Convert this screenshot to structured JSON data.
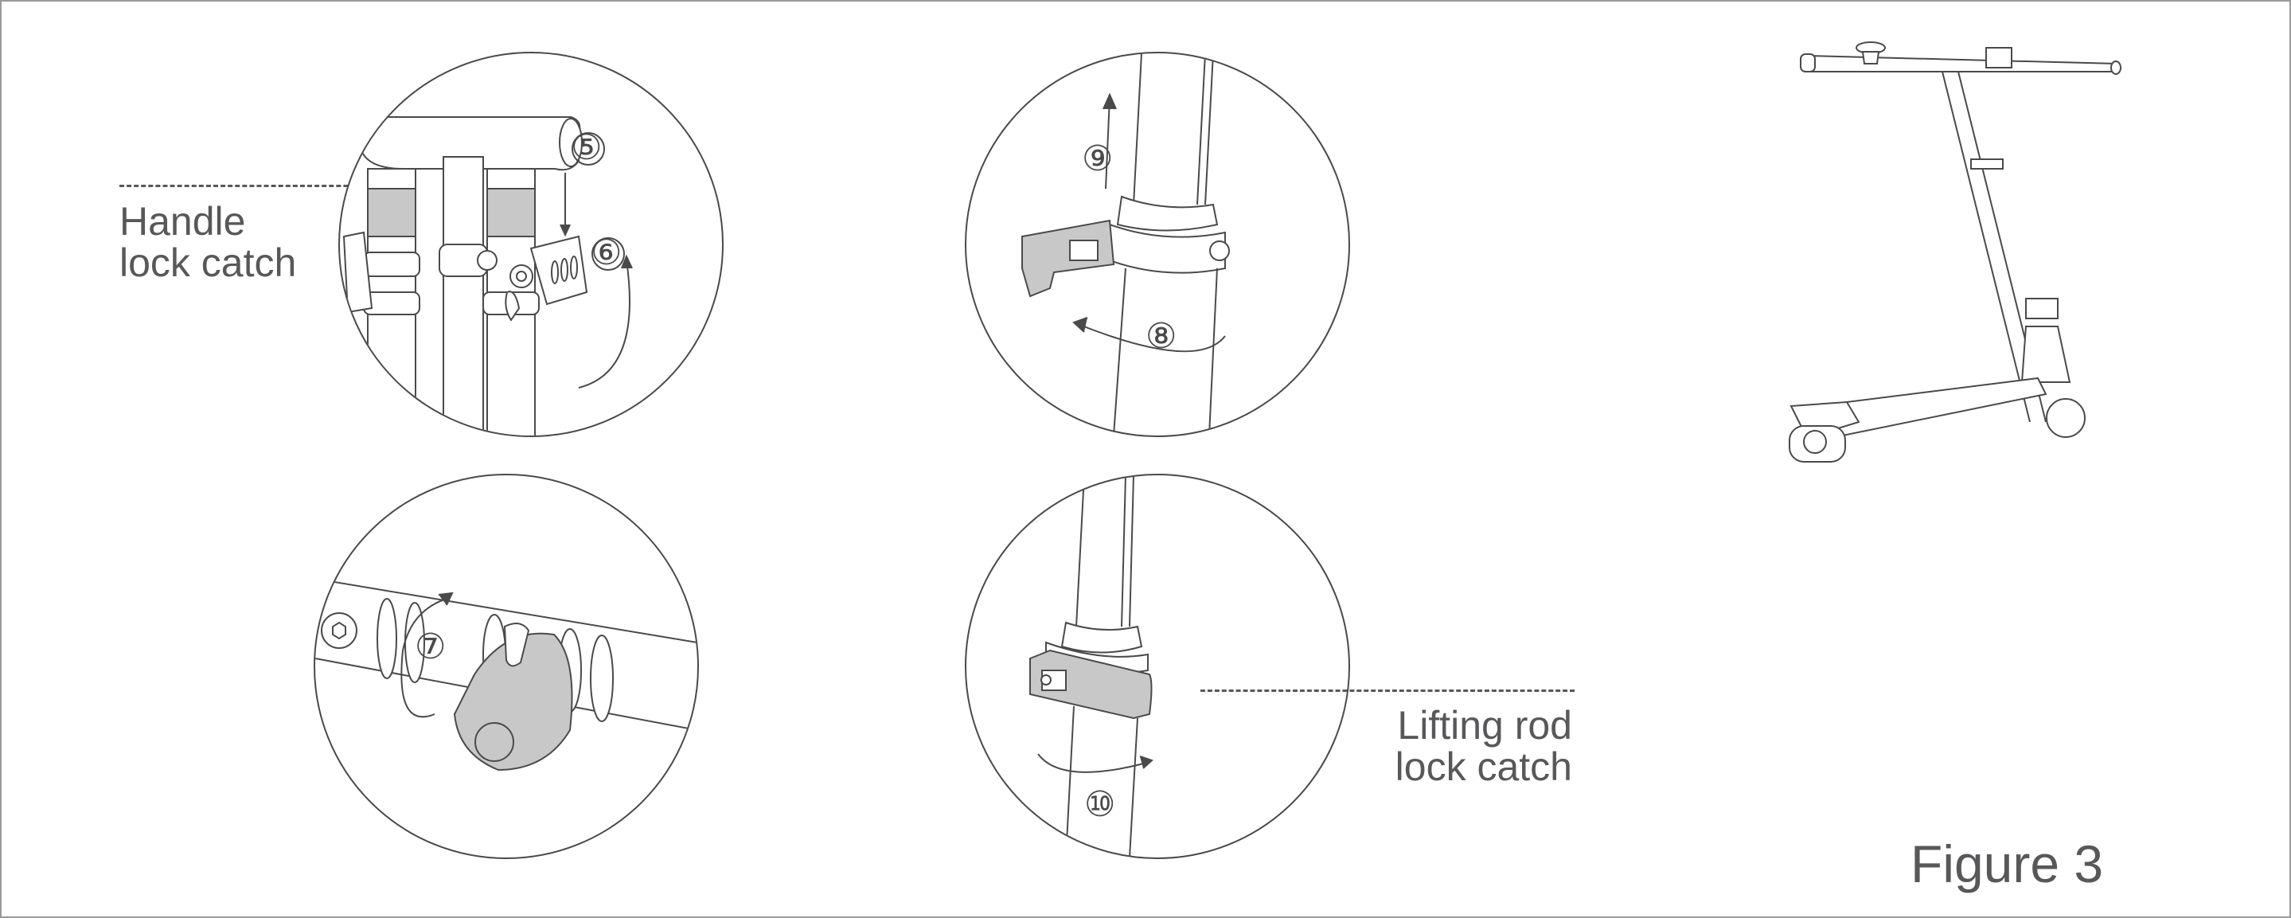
{
  "document": {
    "figure_title": "Figure 3",
    "colors": {
      "line": "#4a4a4a",
      "text": "#58585a",
      "highlight_fill": "#c8c8c8",
      "border": "#9a9a9a"
    }
  },
  "callouts": {
    "handle_lock_catch": {
      "line1": "Handle",
      "line2": "lock catch"
    },
    "lifting_rod_lock_catch": {
      "line1": "Lifting rod",
      "line2": "lock catch"
    }
  },
  "details": [
    {
      "id": "handle-detail",
      "steps": [
        "⑤",
        "⑥"
      ],
      "description": "Handle bar lock catch with numbered rotation arrows"
    },
    {
      "id": "clamp-open-detail",
      "steps": [
        "⑨",
        "⑧"
      ],
      "description": "Stem clamp being opened and rod lifted"
    },
    {
      "id": "bell-detail",
      "steps": [
        "⑦"
      ],
      "description": "Bell on handlebar rotated"
    },
    {
      "id": "clamp-close-detail",
      "steps": [
        "⑩"
      ],
      "description": "Lifting rod lock catch closed"
    }
  ],
  "icons": {
    "arrow_down": "arrow-down-icon",
    "arrow_up": "arrow-up-icon",
    "arrow_curved": "curved-arrow-icon"
  }
}
